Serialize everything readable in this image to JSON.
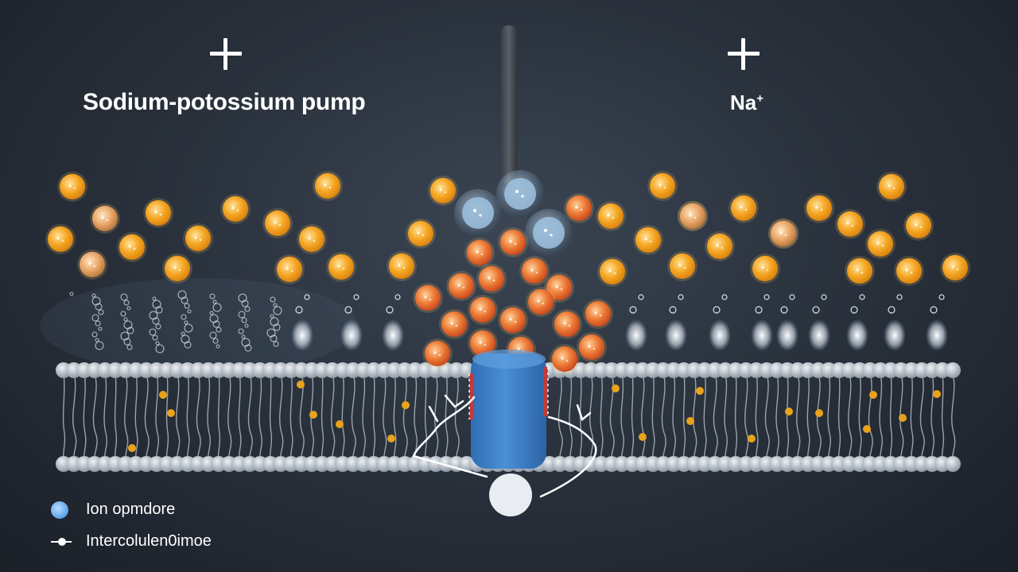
{
  "title": "Sodium-potossium pump",
  "ion_label": {
    "base": "Na",
    "superscript": "+"
  },
  "legend": [
    {
      "label": "Ion opmdore",
      "marker": "blue-circle"
    },
    {
      "label": "Intercolulen0imoe",
      "marker": "line-with-dot"
    }
  ],
  "colors": {
    "background": "#2a323d",
    "orange_ion": "#f2a31e",
    "red_ion": "#e8652a",
    "pump_protein": "#3d7fc6",
    "membrane_head": "#c4ccd4",
    "text": "#ffffff"
  }
}
